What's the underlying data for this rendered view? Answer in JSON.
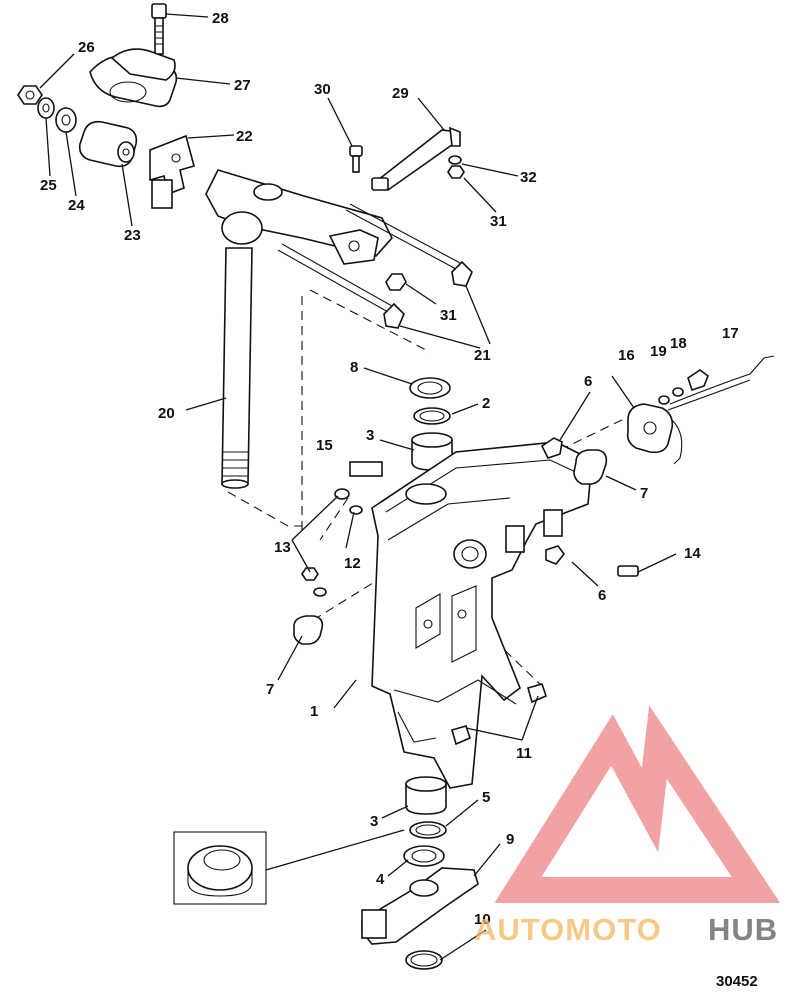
{
  "figure": {
    "number": "30452",
    "callouts": {
      "c1": "1",
      "c2": "2",
      "c3a": "3",
      "c3b": "3",
      "c4": "4",
      "c5": "5",
      "c6a": "6",
      "c6b": "6",
      "c7a": "7",
      "c7b": "7",
      "c8": "8",
      "c9": "9",
      "c10": "10",
      "c11": "11",
      "c12": "12",
      "c13": "13",
      "c14": "14",
      "c15": "15",
      "c16": "16",
      "c17": "17",
      "c18": "18",
      "c19": "19",
      "c20": "20",
      "c21": "21",
      "c22": "22",
      "c23": "23",
      "c24": "24",
      "c25": "25",
      "c26": "26",
      "c27": "27",
      "c28": "28",
      "c29": "29",
      "c30": "30",
      "c31a": "31",
      "c31b": "31",
      "c32": "32"
    }
  },
  "watermark": {
    "text_part1": "AUTOMOTO",
    "text_part2": "HUB",
    "color_primary": "#e8555a",
    "color_secondary": "#f4b75e",
    "color_tertiary": "#5b5b5b"
  }
}
